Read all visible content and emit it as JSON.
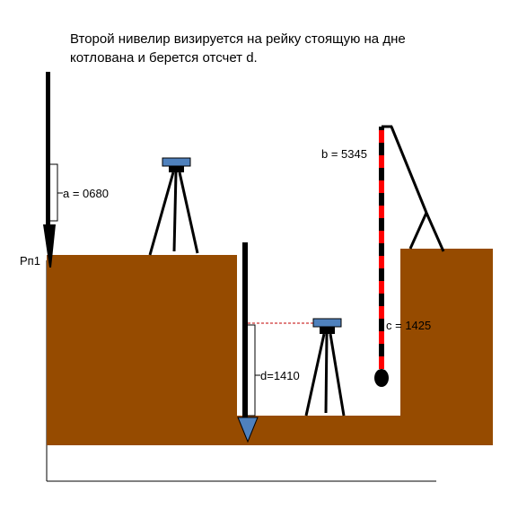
{
  "caption": {
    "line1": "Второй нивелир визируется на рейку стоящую на  дне",
    "line2": "котлована и берется отсчет d."
  },
  "labels": {
    "a": "a = 0680",
    "benchmark": "Рп1",
    "b": "b = 5345",
    "c": "c = 1425",
    "d": "d=1410"
  },
  "colors": {
    "ground": "#964b00",
    "instrument": "#4f81bd",
    "rod_red": "#ff0000",
    "sight_line": "#c00000"
  }
}
